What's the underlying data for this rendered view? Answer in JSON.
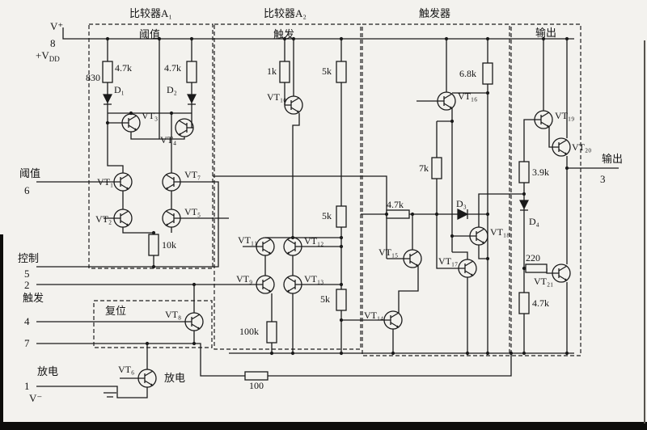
{
  "blocks": {
    "comparator_a1": "比较器A₁",
    "comparator_a2": "比较器A₂",
    "flipflop": "触发器",
    "output": "输出"
  },
  "sublabels": {
    "threshold": "阈值",
    "trigger": "触发",
    "reset": "复位",
    "discharge": "放电"
  },
  "pins": {
    "p8": {
      "num": "8",
      "name": "V⁺",
      "rail_main": "+V",
      "rail_sub": "DD"
    },
    "p6": {
      "num": "6",
      "name": "阈值"
    },
    "p5": {
      "num": "5",
      "name": "控制"
    },
    "p2": {
      "num": "2",
      "name": "触发"
    },
    "p4": {
      "num": "4"
    },
    "p7": {
      "num": "7"
    },
    "p1": {
      "num": "1",
      "name": "放电",
      "rail": "V⁻"
    },
    "p3": {
      "num": "3",
      "name": "输出"
    }
  },
  "transistors": {
    "vt1": "VT₁",
    "vt2": "VT₂",
    "vt3": "VT₃",
    "vt4": "VT₄",
    "vt5": "VT₅",
    "vt6": "VT₆",
    "vt7": "VT₇",
    "vt8": "VT₈",
    "vt9": "VT₉",
    "vt10": "VT₁₀",
    "vt11": "VT₁₁",
    "vt12": "VT₁₂",
    "vt13": "VT₁₃",
    "vt14": "VT₁₄",
    "vt15": "VT₁₅",
    "vt16": "VT₁₆",
    "vt17": "VT₁₇",
    "vt18": "VT₁₈",
    "vt19": "VT₁₉",
    "vt20": "VT₂₀",
    "vt21": "VT₂₁"
  },
  "diodes": {
    "d1": "D₁",
    "d2": "D₂",
    "d3": "D₃",
    "d4": "D₄"
  },
  "resistors": {
    "r47k_a": "4.7k",
    "r830": "830",
    "r47k_b": "4.7k",
    "r1k": "1k",
    "r5k_a": "5k",
    "r68k": "6.8k",
    "r7k": "7k",
    "r5k_b": "5k",
    "r47k_c": "4.7k",
    "r10k": "10k",
    "r5k_c": "5k",
    "r100k": "100k",
    "r100": "100",
    "r220": "220",
    "r39k": "3.9k",
    "r47k_d": "4.7k"
  }
}
